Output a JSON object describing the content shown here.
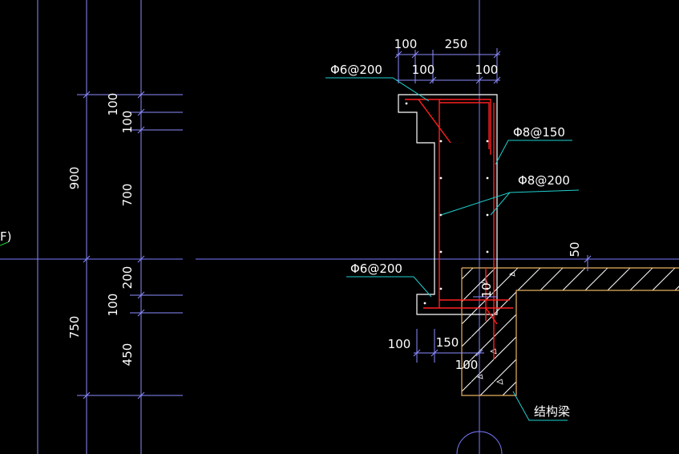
{
  "colors": {
    "background": "#000000",
    "axis_line": "#7a7aff",
    "dim_line": "#8c8cff",
    "outline": "#ffffff",
    "rebar": "#ff2020",
    "leader": "#20d0d0",
    "beam": "#e8b060",
    "text": "#ffffff"
  },
  "left_dims": {
    "outer_top": "900",
    "outer_bottom": "750",
    "inner": [
      "100",
      "100",
      "700",
      "200",
      "100",
      "450"
    ]
  },
  "grid_label": "F)",
  "top_dims": {
    "row1": [
      "100",
      "250"
    ],
    "row2": [
      "100",
      "100"
    ]
  },
  "rebar_labels": {
    "top_stirrup": "Φ6@200",
    "side_rebar": "Φ8@150",
    "vertical_rebar": "Φ8@200",
    "bottom_stirrup": "Φ6@200"
  },
  "bottom_dims": [
    "100",
    "150",
    "100"
  ],
  "small_dims": {
    "beam_offset": "50",
    "inner_10": "10"
  },
  "beam_label": "结构梁"
}
